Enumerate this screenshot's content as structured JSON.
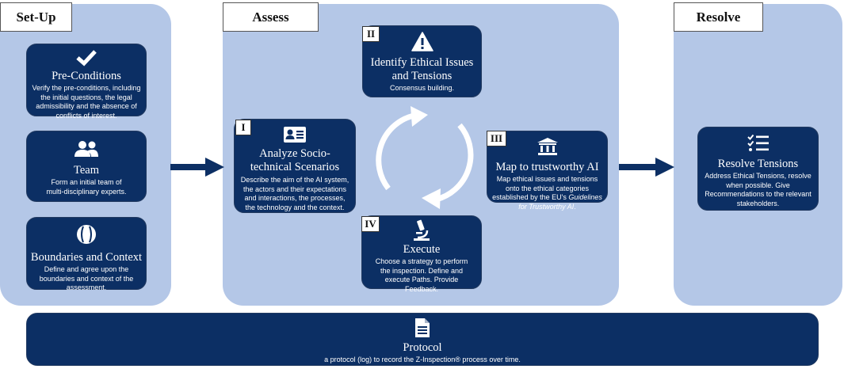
{
  "phases": {
    "setup": "Set-Up",
    "assess": "Assess",
    "resolve": "Resolve"
  },
  "setup_cards": {
    "preconditions": {
      "icon": "checkmark-icon",
      "title": "Pre-Conditions",
      "desc": "Verify the pre-conditions, including the initial questions, the legal admissibility and the absence of conflicts of interest."
    },
    "team": {
      "icon": "people-icon",
      "title": "Team",
      "desc": "Form an initial team of multi-disciplinary experts."
    },
    "boundaries": {
      "icon": "boundary-ball-icon",
      "title": "Boundaries and Context",
      "desc": "Define and agree upon the boundaries and context of the assessment."
    }
  },
  "assess_cards": {
    "identify": {
      "number": "II",
      "icon": "warning-icon",
      "title": "Identify Ethical Issues and Tensions",
      "desc": "Consensus building."
    },
    "analyze": {
      "number": "I",
      "icon": "id-card-icon",
      "title": "Analyze Socio-technical Scenarios",
      "desc": "Describe the aim of the AI system, the actors and their expectations and interactions, the processes, the technology and the context."
    },
    "map": {
      "number": "III",
      "icon": "institution-icon",
      "title": "Map to trustworthy AI",
      "desc_prefix": "Map ethical issues and tensions onto the ethical categories established by the EU's ",
      "desc_italic": "Guidelines for Trustworthy AI",
      "desc_suffix": "."
    },
    "execute": {
      "number": "IV",
      "icon": "microscope-icon",
      "title": "Execute",
      "desc": "Choose a strategy to perform the inspection. Define and execute Paths. Provide Feedback."
    }
  },
  "resolve_card": {
    "icon": "checklist-icon",
    "title": "Resolve Tensions",
    "desc": "Address Ethical Tensions, resolve when possible. Give Recommendations to the relevant stakeholders."
  },
  "protocol": {
    "icon": "document-icon",
    "title": "Protocol",
    "desc": "a protocol (log) to record the Z-Inspection® process over time."
  },
  "colors": {
    "panel": "#b4c7e7",
    "card": "#0c2f64",
    "arrow": "#0c2f64"
  }
}
